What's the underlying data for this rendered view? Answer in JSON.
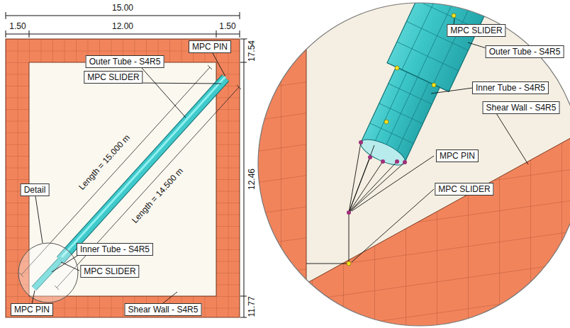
{
  "diagram": {
    "labels": [
      "15.00",
      "1.50",
      "12.00",
      "1.50",
      "17.54",
      "12.46",
      "11.77",
      "MPC PIN",
      "Outer Tube - S4R5",
      "MPC SLIDER",
      "Length = 15.000 m",
      "Length = 14.500 m",
      "Detail",
      "Inner Tube - S4R5",
      "MPC SLIDER",
      "MPC PIN",
      "Shear Wall - S4R5",
      "MPC SLIDER",
      "Outer Tube - S4R5",
      "Inner Tube - S4R5",
      "Shear Wall - S4R5",
      "MPC PIN",
      "MPC SLIDER"
    ]
  }
}
